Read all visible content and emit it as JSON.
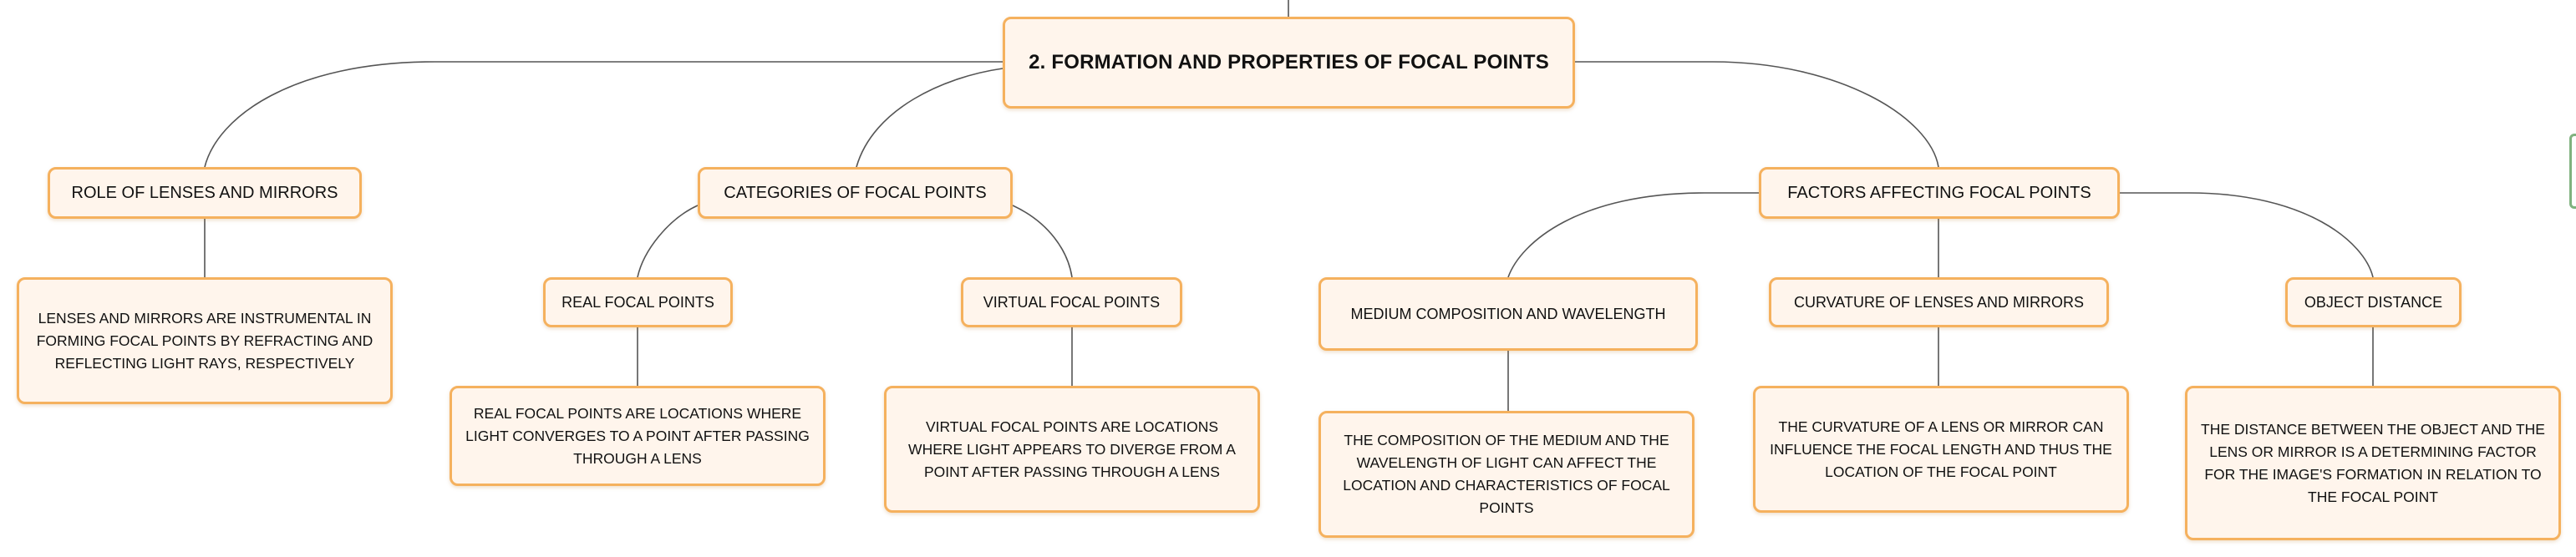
{
  "mindmap": {
    "root": "2. FORMATION AND PROPERTIES OF FOCAL POINTS",
    "branches": {
      "role": {
        "label": "ROLE OF LENSES AND MIRRORS",
        "detail": "LENSES AND MIRRORS ARE INSTRUMENTAL IN FORMING FOCAL POINTS BY REFRACTING AND REFLECTING LIGHT RAYS, RESPECTIVELY"
      },
      "categories": {
        "label": "CATEGORIES OF FOCAL POINTS",
        "real": {
          "label": "REAL FOCAL POINTS",
          "detail": "REAL FOCAL POINTS ARE LOCATIONS WHERE LIGHT CONVERGES TO A POINT AFTER PASSING THROUGH A LENS"
        },
        "virtual": {
          "label": "VIRTUAL FOCAL POINTS",
          "detail": "VIRTUAL FOCAL POINTS ARE LOCATIONS WHERE LIGHT APPEARS TO DIVERGE FROM A POINT AFTER PASSING THROUGH A LENS"
        }
      },
      "factors": {
        "label": "FACTORS AFFECTING FOCAL POINTS",
        "medium": {
          "label": "MEDIUM COMPOSITION AND WAVELENGTH",
          "detail": "THE COMPOSITION OF THE MEDIUM AND THE WAVELENGTH OF LIGHT CAN AFFECT THE LOCATION AND CHARACTERISTICS OF FOCAL POINTS"
        },
        "curvature": {
          "label": "CURVATURE OF LENSES AND MIRRORS",
          "detail": "THE CURVATURE OF A LENS OR MIRROR CAN INFLUENCE THE FOCAL LENGTH AND THUS THE LOCATION OF THE FOCAL POINT"
        },
        "distance": {
          "label": "OBJECT DISTANCE",
          "detail": "THE DISTANCE BETWEEN THE OBJECT AND THE LENS OR MIRROR IS A DETERMINING FACTOR FOR THE IMAGE'S FORMATION IN RELATION TO THE FOCAL POINT"
        }
      }
    }
  },
  "colors": {
    "node_border": "#f5b15e",
    "node_fill": "#fff5ec",
    "connector": "#555555"
  }
}
